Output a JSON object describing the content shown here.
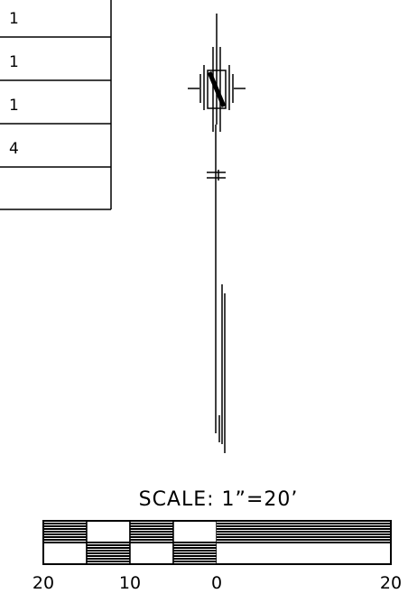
{
  "schedule_table": {
    "rows": [
      "1",
      "1",
      "1",
      "4",
      ""
    ]
  },
  "north_arrow": {
    "icon": "north-arrow-icon"
  },
  "scale_bar": {
    "title": "SCALE:  1”=20’",
    "ticks": [
      {
        "label": "20",
        "value": -20
      },
      {
        "label": "10",
        "value": -10
      },
      {
        "label": "0",
        "value": 0
      },
      {
        "label": "20",
        "value": 20
      }
    ],
    "colors": {
      "fill": "#000000",
      "background": "#ffffff"
    }
  }
}
